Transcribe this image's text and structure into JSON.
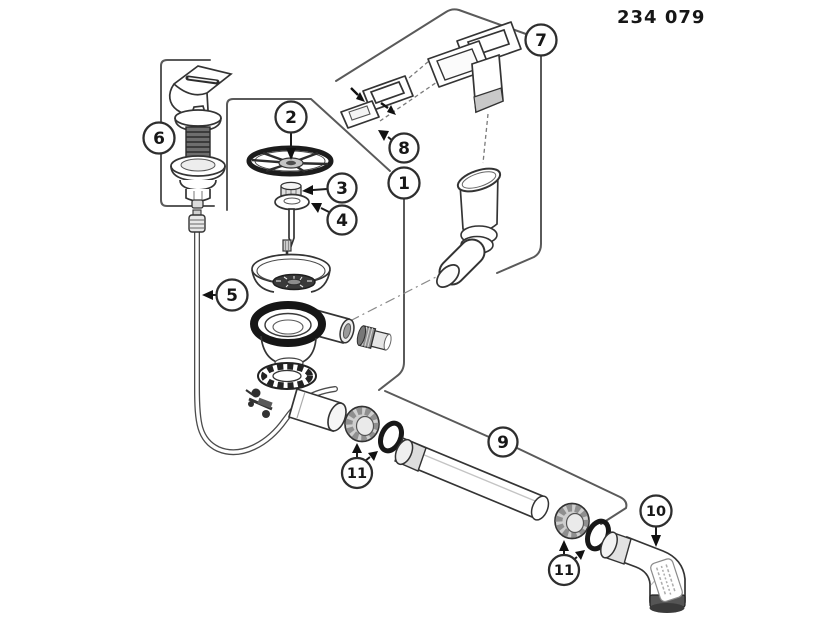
{
  "diagram": {
    "part_number": "234 079",
    "callouts": [
      {
        "number": "1"
      },
      {
        "number": "2"
      },
      {
        "number": "3"
      },
      {
        "number": "4"
      },
      {
        "number": "5"
      },
      {
        "number": "6"
      },
      {
        "number": "7"
      },
      {
        "number": "8"
      },
      {
        "number": "9"
      },
      {
        "number": "10"
      },
      {
        "number": "11"
      },
      {
        "number": "11"
      }
    ],
    "colors": {
      "line": "#343434",
      "seal_dark": "#181818",
      "metal_gray": "#cfcfcf",
      "background": "#ffffff"
    }
  }
}
